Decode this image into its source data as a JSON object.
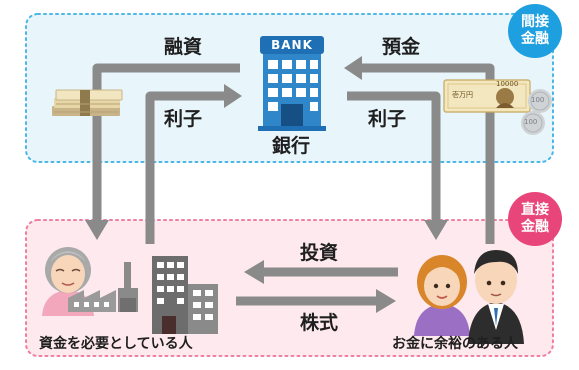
{
  "diagram": {
    "indirect": {
      "badge_line1": "間接",
      "badge_line2": "金融",
      "color": "#1d9fe0",
      "box_fill": "#e8f6fc",
      "box_border": "#4bb6e8"
    },
    "direct": {
      "badge_line1": "直接",
      "badge_line2": "金融",
      "color": "#e8457a",
      "box_fill": "#fde9ee",
      "box_border": "#ef7fa0"
    },
    "bank": {
      "sign": "BANK",
      "label": "銀行"
    },
    "flows": {
      "loan": "融資",
      "interest_left": "利子",
      "deposit": "預金",
      "interest_right": "利子",
      "investment": "投資",
      "stock": "株式"
    },
    "banknote": {
      "value": "10000",
      "caption": "壱万円"
    },
    "coins": [
      "100",
      "100"
    ],
    "borrowers_label": "資金を必要としている人",
    "lenders_label": "お金に余裕のある人",
    "arrow_color": "#8a8a8a"
  }
}
